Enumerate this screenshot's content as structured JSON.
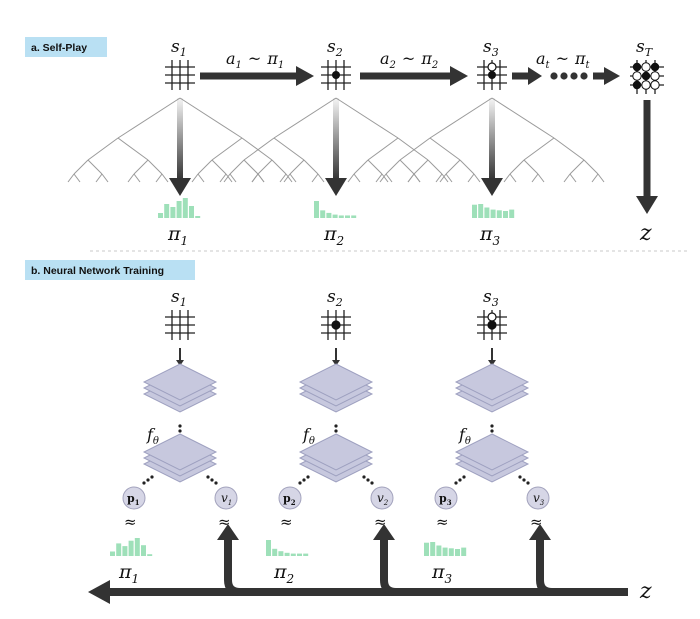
{
  "panel_a": {
    "label": "a. Self-Play",
    "states": [
      {
        "s": "s",
        "sub": "1",
        "pi": "π",
        "pi_sub": "1",
        "bars": [
          0.25,
          0.7,
          0.55,
          0.85,
          1.0,
          0.6,
          0.1
        ]
      },
      {
        "s": "s",
        "sub": "2",
        "pi": "π",
        "pi_sub": "2",
        "bars": [
          1.0,
          0.45,
          0.3,
          0.2,
          0.15,
          0.15,
          0.15
        ]
      },
      {
        "s": "s",
        "sub": "3",
        "pi": "π",
        "pi_sub": "3",
        "bars": [
          0.95,
          1.0,
          0.75,
          0.6,
          0.55,
          0.5,
          0.6
        ]
      }
    ],
    "actions": [
      {
        "a": "a",
        "a_sub": "1",
        "sim": "~",
        "pi": "π",
        "pi_sub": "1"
      },
      {
        "a": "a",
        "a_sub": "2",
        "sim": "~",
        "pi": "π",
        "pi_sub": "2"
      },
      {
        "a": "a",
        "a_sub": "t",
        "sim": "~",
        "pi": "π",
        "pi_sub": "t"
      }
    ],
    "terminal": {
      "s": "s",
      "sub": "T"
    },
    "outcome": "z"
  },
  "panel_b": {
    "label": "b. Neural Network Training",
    "columns": [
      {
        "s": "s",
        "sub": "1",
        "f": "f",
        "f_sub": "θ",
        "p": "p",
        "p_sub": "1",
        "v": "v",
        "v_sub": "1",
        "approx": "≈",
        "pi": "π",
        "pi_sub": "1",
        "bars": [
          0.25,
          0.7,
          0.55,
          0.85,
          1.0,
          0.6,
          0.1
        ]
      },
      {
        "s": "s",
        "sub": "2",
        "f": "f",
        "f_sub": "θ",
        "p": "p",
        "p_sub": "2",
        "v": "v",
        "v_sub": "2",
        "approx": "≈",
        "pi": "π",
        "pi_sub": "2",
        "bars": [
          1.0,
          0.45,
          0.3,
          0.2,
          0.15,
          0.15,
          0.15
        ]
      },
      {
        "s": "s",
        "sub": "3",
        "f": "f",
        "f_sub": "θ",
        "p": "p",
        "p_sub": "3",
        "v": "v",
        "v_sub": "3",
        "approx": "≈",
        "pi": "π",
        "pi_sub": "3",
        "bars": [
          0.95,
          1.0,
          0.75,
          0.6,
          0.55,
          0.5,
          0.6
        ]
      }
    ],
    "outcome": "z"
  },
  "colors": {
    "tag": "#b9e0f3",
    "arrow": "#333333",
    "bars": "#9ee0b9",
    "layers": "#c7c8de",
    "tree": "#9a9a9a"
  }
}
